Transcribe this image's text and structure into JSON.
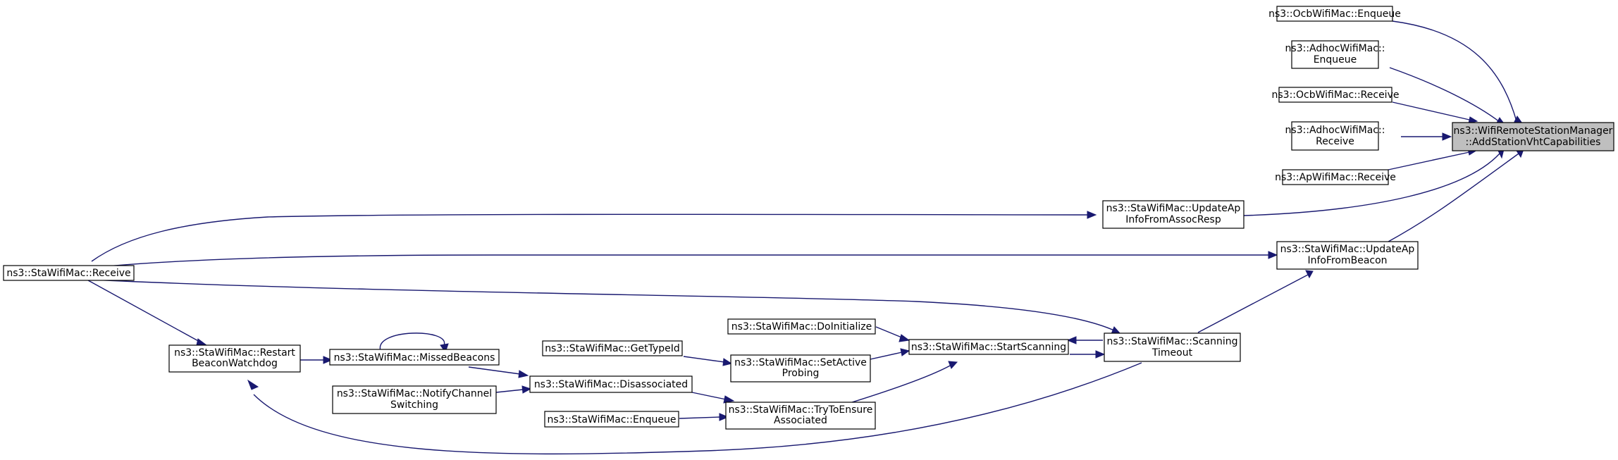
{
  "colors": {
    "edge": "#191970",
    "focus_fill": "#bfbfbf",
    "node_fill": "#ffffff",
    "node_stroke": "#000000"
  },
  "nodes": {
    "target": [
      "ns3::WifiRemoteStationManager",
      "::AddStationVhtCapabilities"
    ],
    "ocb_enqueue": [
      "ns3::OcbWifiMac::Enqueue"
    ],
    "adhoc_enqueue": [
      "ns3::AdhocWifiMac::",
      "Enqueue"
    ],
    "ocb_receive": [
      "ns3::OcbWifiMac::Receive"
    ],
    "adhoc_receive": [
      "ns3::AdhocWifiMac::",
      "Receive"
    ],
    "ap_receive": [
      "ns3::ApWifiMac::Receive"
    ],
    "update_assoc": [
      "ns3::StaWifiMac::UpdateAp",
      "InfoFromAssocResp"
    ],
    "update_beacon": [
      "ns3::StaWifiMac::UpdateAp",
      "InfoFromBeacon"
    ],
    "sta_receive": [
      "ns3::StaWifiMac::Receive"
    ],
    "scan_timeout": [
      "ns3::StaWifiMac::Scanning",
      "Timeout"
    ],
    "start_scanning": [
      "ns3::StaWifiMac::StartScanning"
    ],
    "do_initialize": [
      "ns3::StaWifiMac::DoInitialize"
    ],
    "set_active": [
      "ns3::StaWifiMac::SetActive",
      "Probing"
    ],
    "get_type_id": [
      "ns3::StaWifiMac::GetTypeId"
    ],
    "try_ensure": [
      "ns3::StaWifiMac::TryToEnsure",
      "Associated"
    ],
    "sta_enqueue": [
      "ns3::StaWifiMac::Enqueue"
    ],
    "disassociated": [
      "ns3::StaWifiMac::Disassociated"
    ],
    "notify_channel": [
      "ns3::StaWifiMac::NotifyChannel",
      "Switching"
    ],
    "missed_beacons": [
      "ns3::StaWifiMac::MissedBeacons"
    ],
    "restart_watchdog": [
      "ns3::StaWifiMac::Restart",
      "BeaconWatchdog"
    ]
  }
}
